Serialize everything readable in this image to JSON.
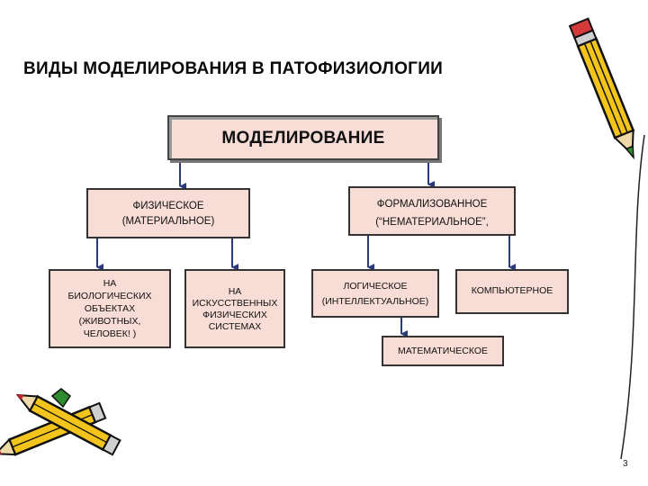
{
  "title": "ВИДЫ МОДЕЛИРОВАНИЯ В ПАТОФИЗИОЛОГИИ",
  "nodes": {
    "root": "МОДЕЛИРОВАНИЕ",
    "physical": "ФИЗИЧЕСКОЕ\n(МАТЕРИАЛЬНОЕ)",
    "formal": "ФОРМАЛИЗОВАННОЕ\n(“НЕМАТЕРИАЛЬНОЕ”,",
    "biological": "НА\nБИОЛОГИЧЕСКИХ\nОБЪЕКТАХ\n(ЖИВОТНЫХ,\nЧЕЛОВЕК! )",
    "artificial": "НА\nИСКУССТВЕННЫХ\nФИЗИЧЕСКИХ\nСИСТЕМАХ",
    "logical": "ЛОГИЧЕСКОЕ\n(ИНТЕЛЛЕКТУАЛЬНОЕ)",
    "computer": "КОМПЬЮТЕРНОЕ",
    "mathematical": "МАТЕМАТИЧЕСКОЕ"
  },
  "page_number": "3",
  "colors": {
    "box_fill": "#f8dcd6",
    "pencil_body": "#f3c51c",
    "pencil_outline": "#111111",
    "pencil_tip_green": "#2e8b2e",
    "pencil_point_red": "#c0202a"
  },
  "decorations": [
    "pencil-icon",
    "crossed-pencils-icon"
  ]
}
